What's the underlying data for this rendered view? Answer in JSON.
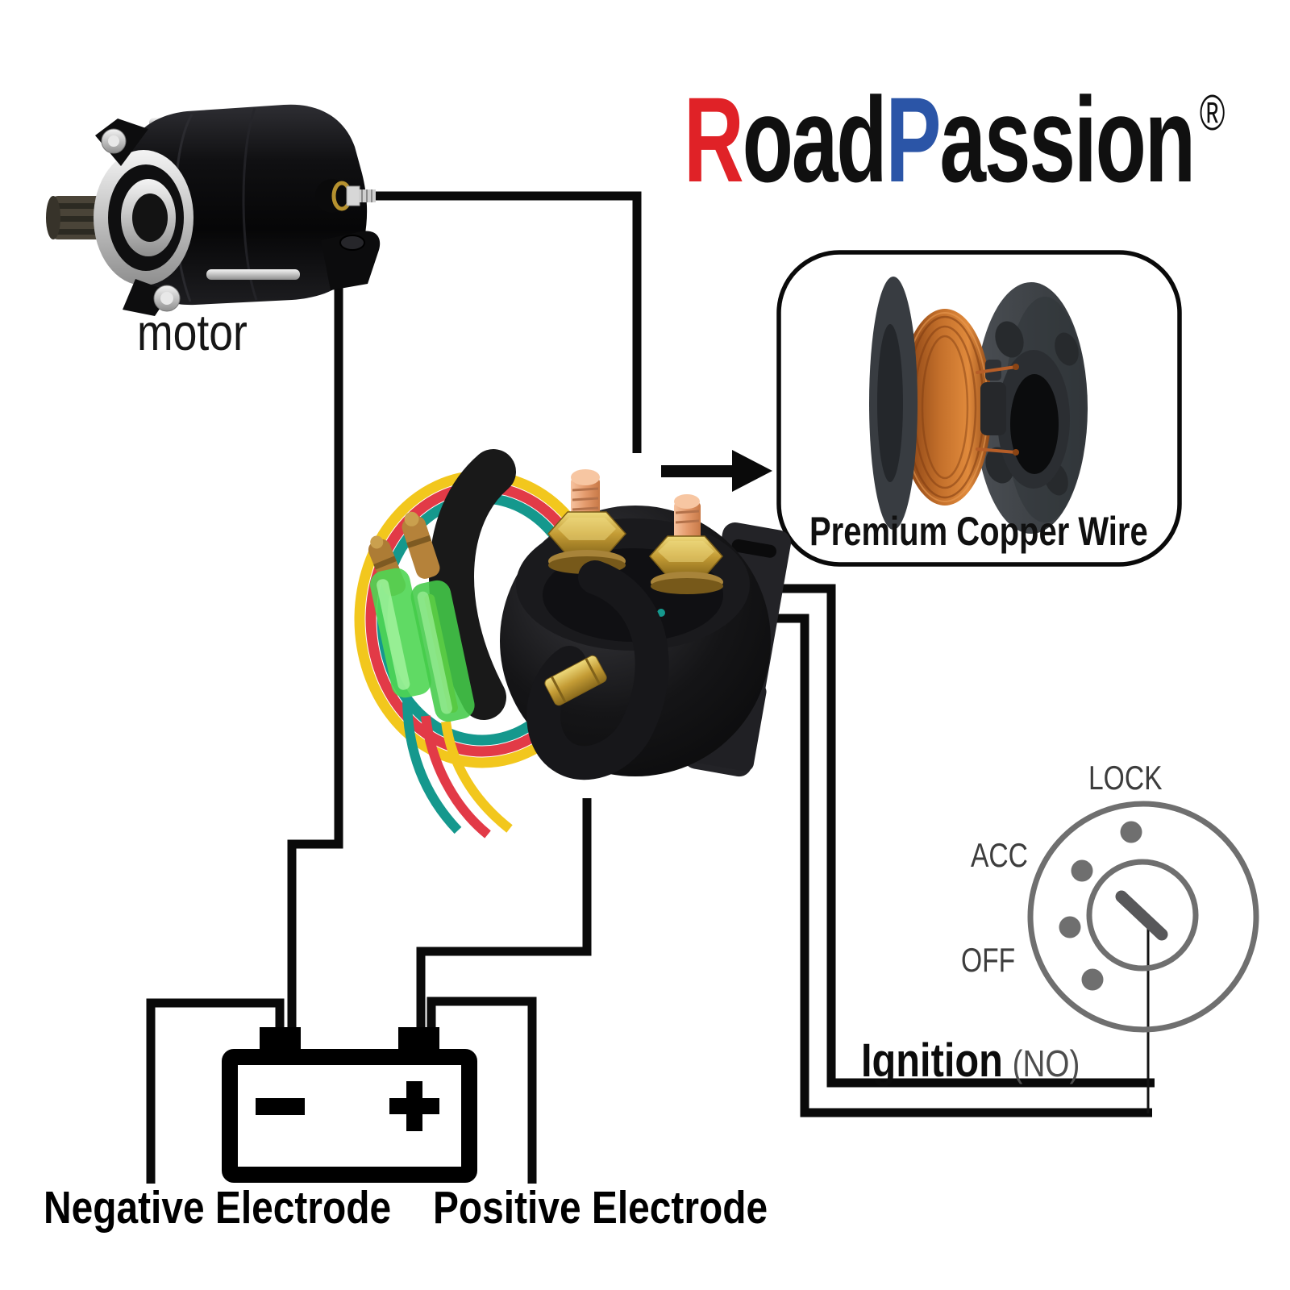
{
  "brand": {
    "segments": [
      {
        "text": "R",
        "color": "#e02227"
      },
      {
        "text": "oad",
        "color": "#101010"
      },
      {
        "text": "P",
        "color": "#2b55a7"
      },
      {
        "text": "assion",
        "color": "#101010"
      }
    ],
    "registered_mark": "®"
  },
  "motor": {
    "label": "motor"
  },
  "copper_callout": {
    "label": "Premium Copper Wire"
  },
  "ignition": {
    "label": "Ignition",
    "mode": "(NO)",
    "positions": {
      "lock": "LOCK",
      "acc": "ACC",
      "off": "OFF"
    }
  },
  "battery": {
    "negative_label": "Negative Electrode",
    "positive_label": "Positive Electrode",
    "minus_symbol": "−",
    "plus_symbol": "+"
  },
  "icons": {
    "flow_arrow": "right-arrow"
  },
  "colors": {
    "brand_red": "#e02227",
    "brand_blue": "#2b55a7",
    "wire_black": "#0a0a0a",
    "relay_wire_yellow": "#f2c71d",
    "relay_wire_red": "#e23a47",
    "relay_wire_teal": "#15988d",
    "connector_green": "#4ed354",
    "copper": "#c4702b",
    "brass": "#c39a33",
    "ignition_gray": "#6f6f6f"
  }
}
